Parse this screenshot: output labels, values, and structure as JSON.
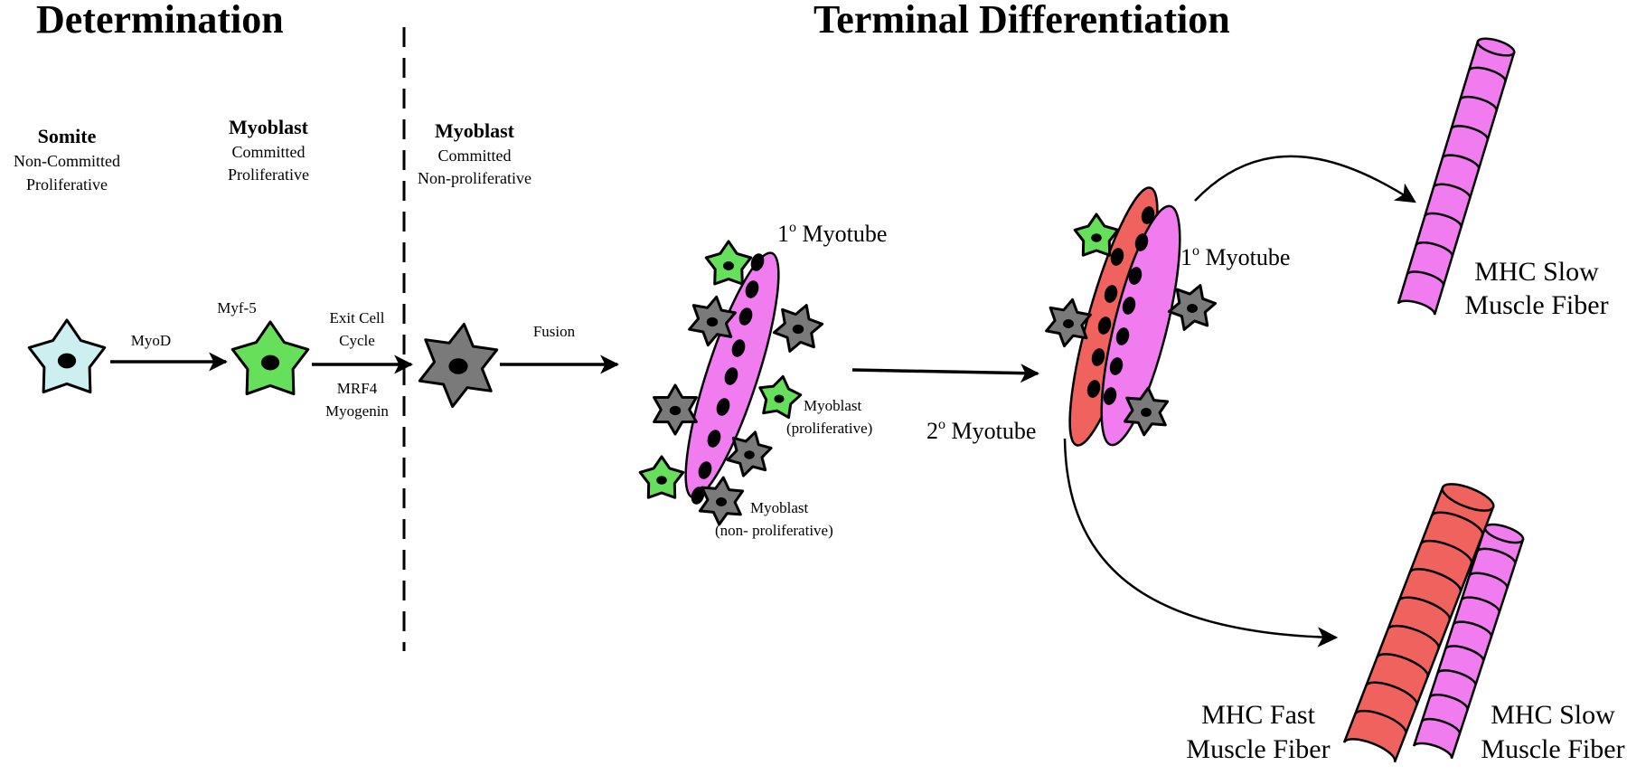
{
  "headings": {
    "determination": "Determination",
    "terminal": "Terminal Differentiation"
  },
  "stages": {
    "somite": {
      "title": "Somite",
      "line1": "Non-Committed",
      "line2": "Proliferative"
    },
    "myoblast1": {
      "title": "Myoblast",
      "line1": "Committed",
      "line2": "Proliferative"
    },
    "myoblast2": {
      "title": "Myoblast",
      "line1": "Committed",
      "line2": "Non-proliferative"
    }
  },
  "factors": {
    "myod": "MyoD",
    "myf5": "Myf-5",
    "exit1": "Exit Cell",
    "exit2": "Cycle",
    "mrf4": "MRF4",
    "myogenin": "Myogenin",
    "fusion": "Fusion"
  },
  "labels": {
    "primary_myotube_a": "1",
    "primary_myotube_sup": "o",
    "primary_myotube_b": " Myotube",
    "secondary_myotube_a": "2",
    "secondary_myotube_sup": "o",
    "secondary_myotube_b": " Myotube",
    "myoblast_prolif_1": "Myoblast",
    "myoblast_prolif_2": "(proliferative)",
    "myoblast_nonprolif_1": "Myoblast",
    "myoblast_nonprolif_2": "(non- proliferative)"
  },
  "fibers": {
    "slow_top_1": "MHC Slow",
    "slow_top_2": "Muscle Fiber",
    "fast_1": "MHC Fast",
    "fast_2": "Muscle Fiber",
    "slow_bottom_1": "MHC Slow",
    "slow_bottom_2": "Muscle Fiber"
  },
  "colors": {
    "somite": "#cdeff0",
    "proliferative": "#66e05a",
    "nonproliferative": "#7a7a7a",
    "slow": "#f17cf0",
    "fast": "#f0625e"
  }
}
